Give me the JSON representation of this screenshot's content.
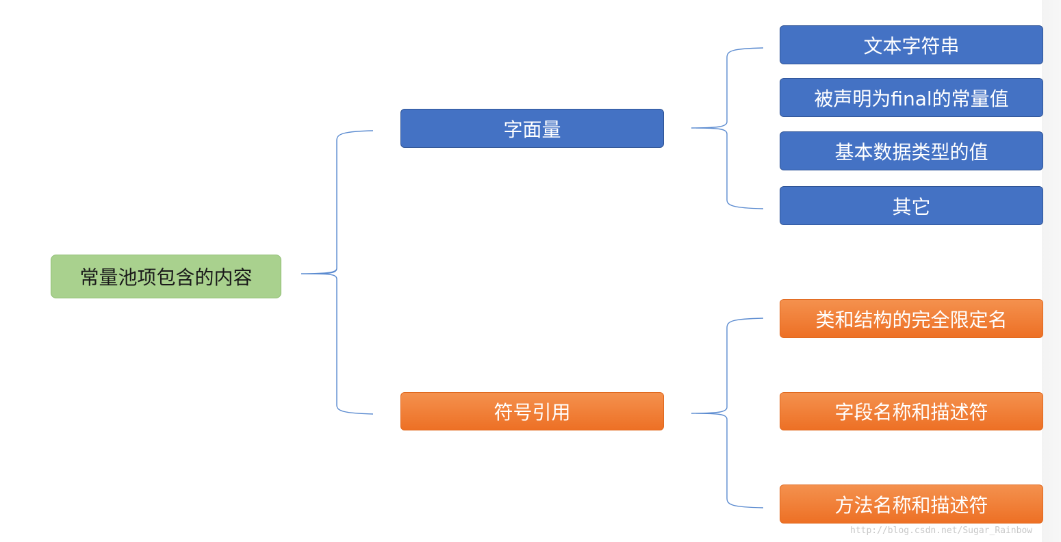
{
  "root": {
    "label": "常量池项包含的内容"
  },
  "branches": [
    {
      "label": "字面量",
      "children": [
        "文本字符串",
        "被声明为final的常量值",
        "基本数据类型的值",
        "其它"
      ]
    },
    {
      "label": "符号引用",
      "children": [
        "类和结构的完全限定名",
        "字段名称和描述符",
        "方法名称和描述符"
      ]
    }
  ],
  "colors": {
    "root": "#a9d18e",
    "branch_1": "#4472c4",
    "branch_2": "#ed7d31",
    "connector": "#5b8bd0"
  },
  "watermark": "http://blog.csdn.net/Sugar_Rainbow"
}
